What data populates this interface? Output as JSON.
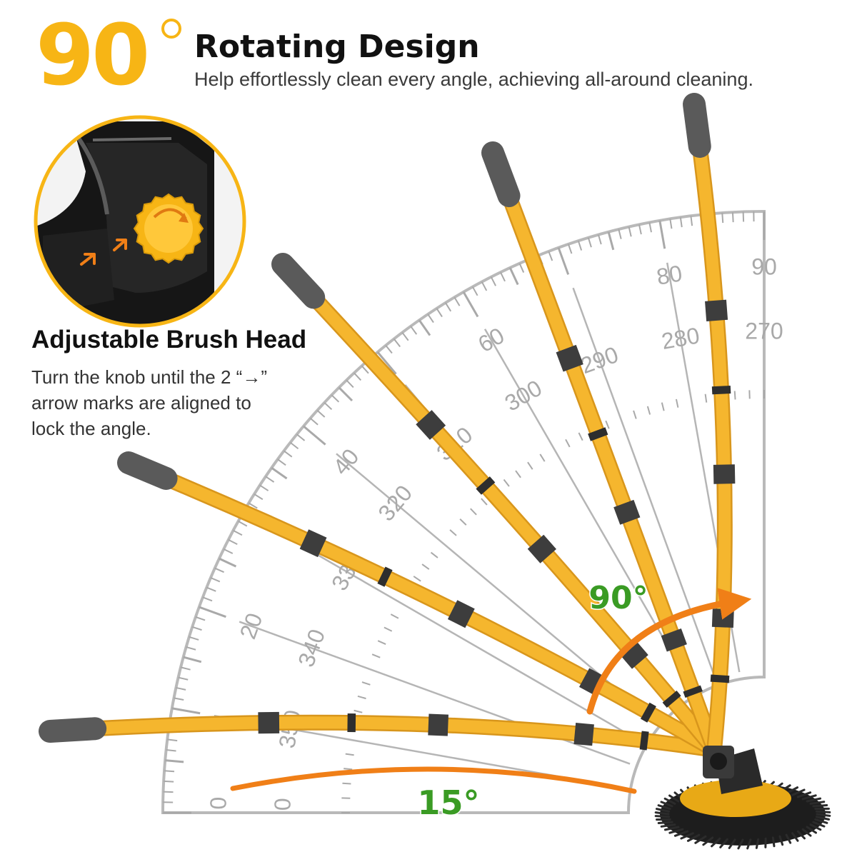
{
  "header": {
    "angle_number": "90",
    "title": "Rotating Design",
    "subtitle": "Help effortlessly clean every angle, achieving all-around cleaning."
  },
  "callout": {
    "title": "Adjustable Brush Head",
    "lines": [
      "Turn the knob until the 2 “→”",
      "arrow marks are aligned to",
      "lock the angle."
    ]
  },
  "protractor": {
    "outer_labels": [
      "0",
      "20",
      "40",
      "60",
      "80",
      "90"
    ],
    "inner_labels": [
      "0",
      "350",
      "340",
      "330",
      "320",
      "310",
      "300",
      "290",
      "280",
      "270"
    ]
  },
  "annotations": {
    "rotation_angle": "90°",
    "tilt_angle": "15°"
  },
  "colors": {
    "accent_yellow": "#f7b515",
    "pole_yellow": "#f5b62e",
    "grip_gray": "#5a5a5a",
    "arrow_orange": "#f07f17",
    "angle_green": "#3a9b24",
    "scale_gray": "#a9a9a9"
  }
}
